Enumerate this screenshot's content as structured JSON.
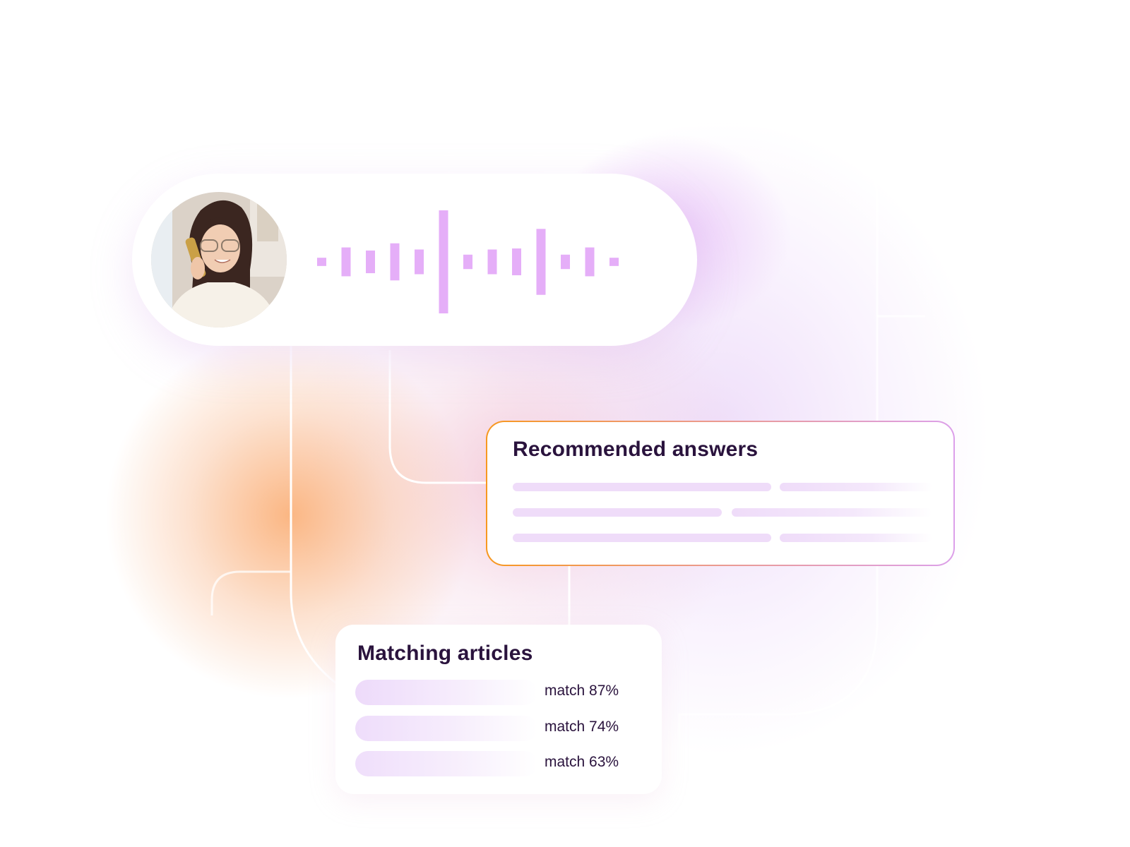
{
  "colors": {
    "accent_orange": "#f7981f",
    "accent_lilac": "#dca0ea",
    "waveform": "#e5aef8",
    "placeholder_line": "#efdcf9",
    "title_text": "#2a133d"
  },
  "call": {
    "avatar_icon": "caller-avatar-photo",
    "waveform_icon": "voice-waveform",
    "waveform_levels": [
      0.08,
      0.28,
      0.22,
      0.36,
      0.24,
      1.0,
      0.14,
      0.24,
      0.26,
      0.64,
      0.14,
      0.28,
      0.08
    ]
  },
  "recommended_answers": {
    "title": "Recommended answers",
    "placeholder_rows": 3
  },
  "matching_articles": {
    "title": "Matching articles",
    "items": [
      {
        "label": "match 87%",
        "match": 0.87
      },
      {
        "label": "match 74%",
        "match": 0.74
      },
      {
        "label": "match 63%",
        "match": 0.63
      }
    ]
  }
}
